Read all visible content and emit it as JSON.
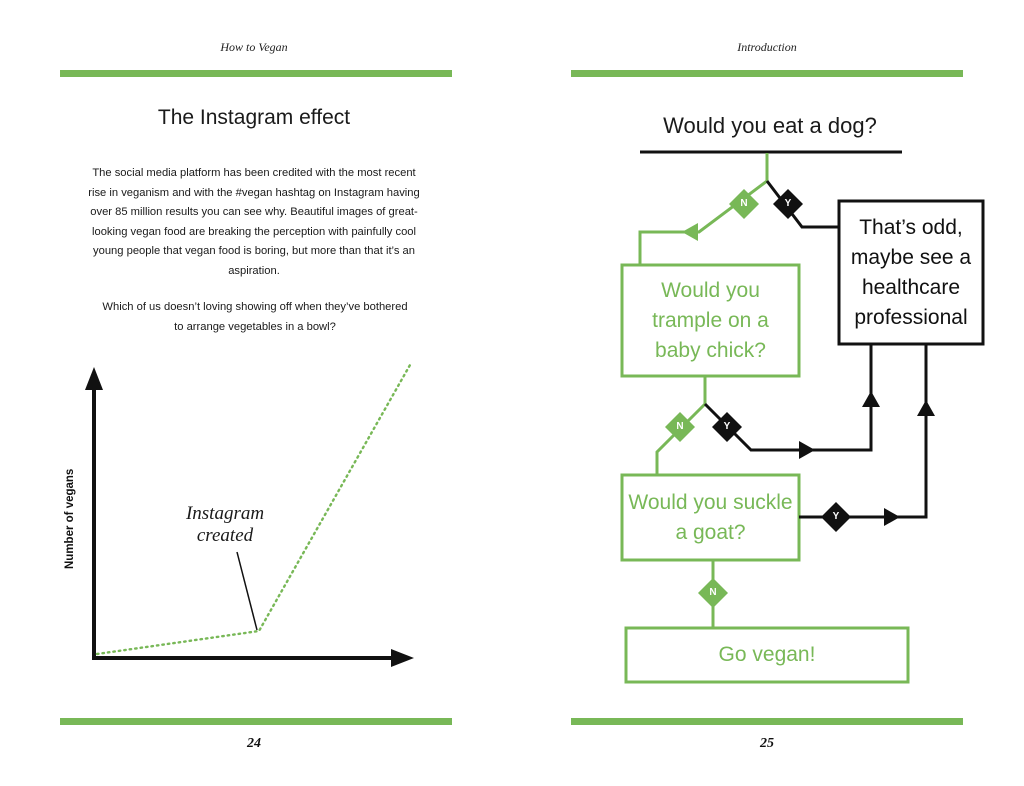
{
  "colors": {
    "accent_green": "#78b857",
    "ink": "#111111",
    "background": "#ffffff"
  },
  "left_page": {
    "running_head": "How to Vegan",
    "title": "The Instagram effect",
    "paragraphs": [
      "The social media platform has been credited with the most recent rise in veganism and with the #vegan hashtag on Instagram having over 85 million results you can see why. Beautiful images of great-looking vegan food are breaking the perception with painfully cool young people that vegan food is boring, but more than that it’s an aspiration.",
      "Which of us doesn’t loving showing off when they’ve bothered to arrange vegetables in a bowl?"
    ],
    "folio": "24"
  },
  "chart_data": {
    "type": "line",
    "title": "",
    "xlabel": "",
    "ylabel": "Number of vegans",
    "series": [
      {
        "name": "Number of vegans",
        "style": "dotted",
        "color": "#78b857",
        "x": [
          0,
          0.5,
          1.0
        ],
        "y": [
          0.0,
          0.09,
          1.0
        ]
      }
    ],
    "annotations": [
      {
        "text": "Instagram created",
        "x": 0.5,
        "y": 0.09
      }
    ],
    "ticks": "none",
    "grid": false,
    "legend": "none"
  },
  "right_page": {
    "running_head": "Introduction",
    "folio": "25",
    "flowchart": {
      "start_question": "Would you eat a dog?",
      "nodes": [
        {
          "id": "odd",
          "text": "That’s odd, maybe see a healthcare professional",
          "style": "black"
        },
        {
          "id": "chick",
          "text": "Would you trample on a baby chick?",
          "style": "green"
        },
        {
          "id": "goat",
          "text": "Would you suckle a goat?",
          "style": "green"
        },
        {
          "id": "vegan",
          "text": "Go vegan!",
          "style": "green"
        }
      ],
      "labels": {
        "no": "N",
        "yes": "Y"
      },
      "edges": [
        {
          "from": "start",
          "to": "chick",
          "label": "N"
        },
        {
          "from": "start",
          "to": "odd",
          "label": "Y"
        },
        {
          "from": "chick",
          "to": "goat",
          "label": "N"
        },
        {
          "from": "chick",
          "to": "odd",
          "label": "Y"
        },
        {
          "from": "goat",
          "to": "vegan",
          "label": "N"
        },
        {
          "from": "goat",
          "to": "odd",
          "label": "Y"
        }
      ]
    }
  }
}
